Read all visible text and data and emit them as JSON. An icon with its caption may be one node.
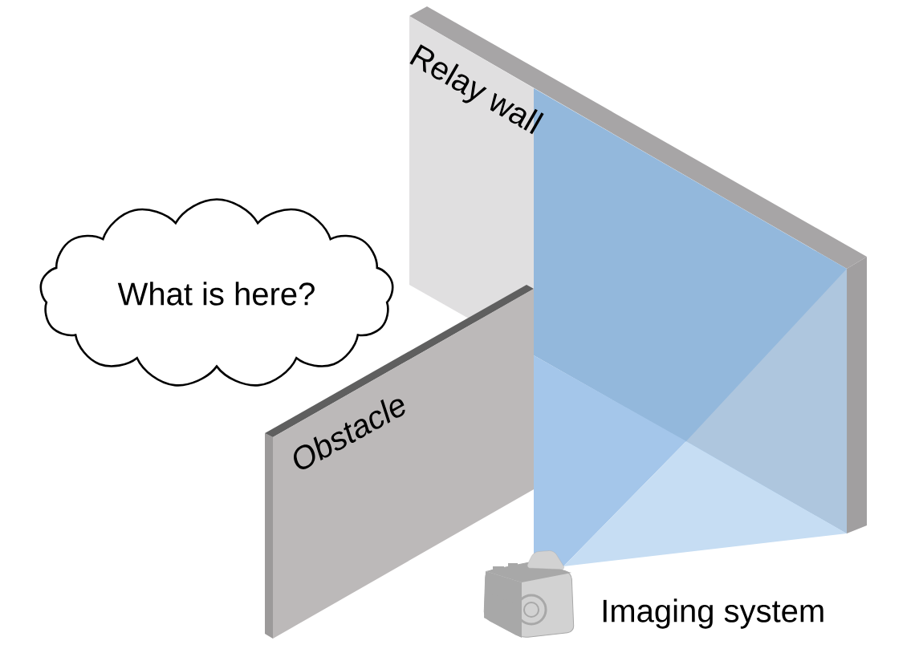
{
  "diagram": {
    "nodes": [
      {
        "text": [
          "Relay wall"
        ]
      },
      {
        "text": [
          "What is here?"
        ]
      },
      {
        "text": [
          "Obstacle"
        ]
      },
      {
        "text": [],
        "shape": "picture",
        "beside": [
          "Imaging system"
        ]
      }
    ]
  }
}
